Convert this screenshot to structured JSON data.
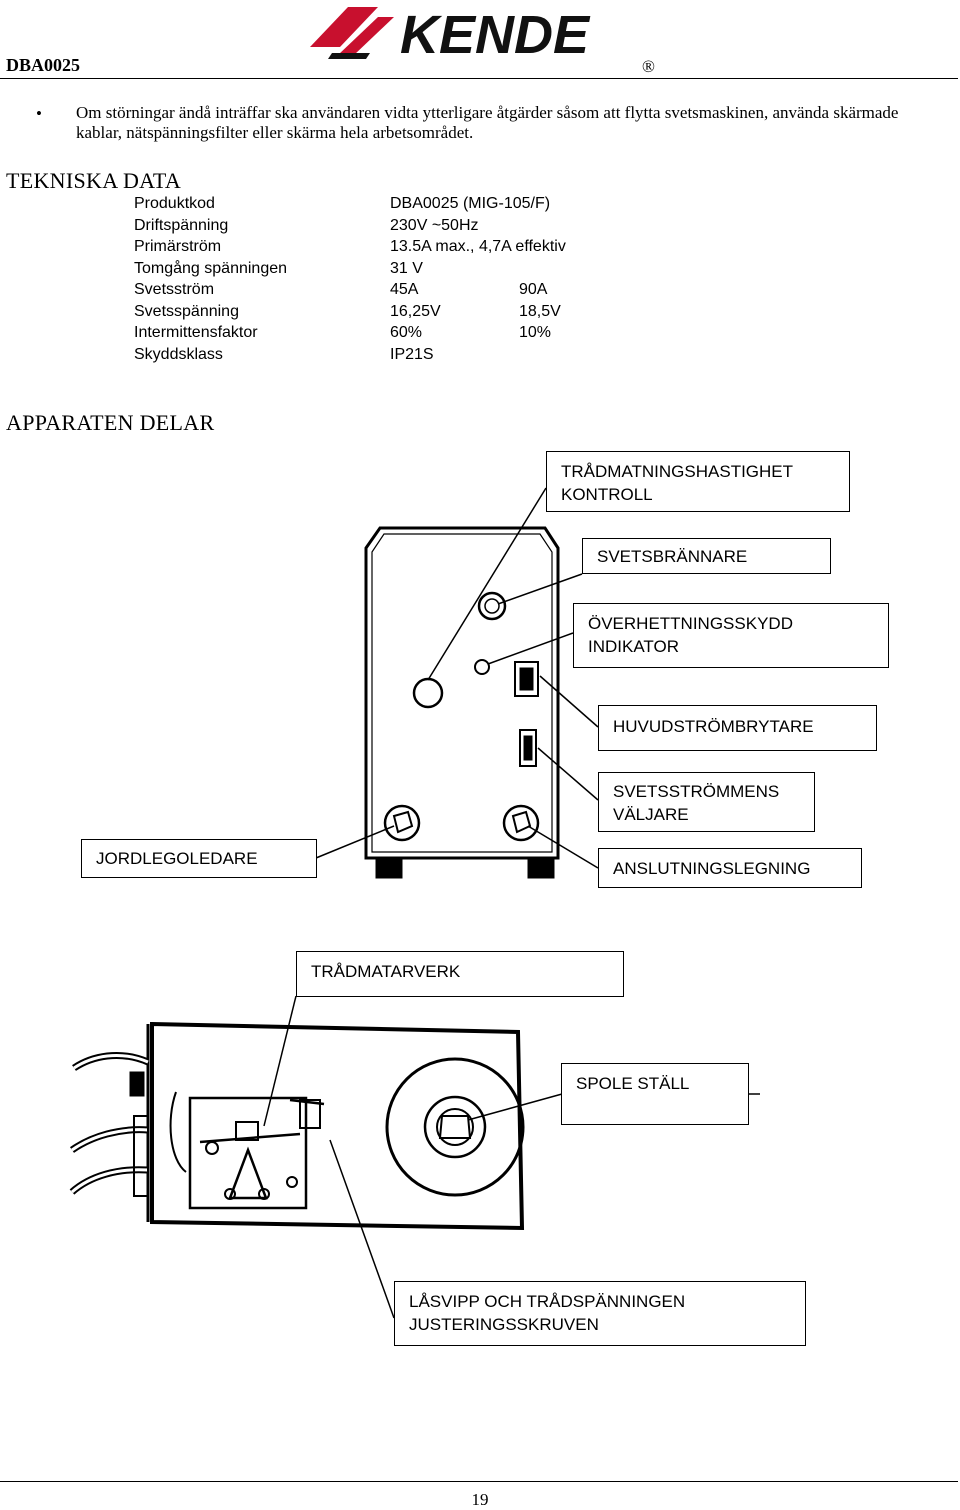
{
  "header": {
    "doc_code": "DBA0025",
    "registered": "®",
    "logo_text": "KENDE"
  },
  "intro": {
    "bullet": "•",
    "text": "Om störningar ändå inträffar ska användaren vidta ytterligare åtgärder såsom att flytta svetsmaskinen, använda skärmade kablar, nätspänningsfilter eller skärma hela arbetsområdet."
  },
  "tech": {
    "title": "TEKNISKA DATA",
    "rows": [
      {
        "label": "Produktkod",
        "value": "DBA0025 (MIG-105/F)",
        "value2": ""
      },
      {
        "label": "Driftspänning",
        "value": "230V ~50Hz",
        "value2": ""
      },
      {
        "label": "Primärström",
        "value": "13.5A max., 4,7A effektiv",
        "value2": ""
      },
      {
        "label": "Tomgång spänningen",
        "value": "31 V",
        "value2": ""
      },
      {
        "label": "Svetsström",
        "value": "45A",
        "value2": "90A"
      },
      {
        "label": "Svetsspänning",
        "value": "16,25V",
        "value2": "18,5V"
      },
      {
        "label": "Intermittensfaktor",
        "value": "60%",
        "value2": "10%"
      },
      {
        "label": "Skyddsklass",
        "value": "IP21S",
        "value2": ""
      }
    ]
  },
  "parts": {
    "title": "APPARATEN DELAR",
    "front_labels": {
      "wire_speed": "TRÅDMATNINGSHASTIGHET\nKONTROLL",
      "torch": "SVETSBRÄNNARE",
      "overheat": "ÖVERHETTNINGSSKYDD\nINDIKATOR",
      "main_switch": "HUVUDSTRÖMBRYTARE",
      "current_selector": "SVETSSTRÖMMENS\nVÄLJARE",
      "ground": "JORDLEGOLEDARE",
      "connection": "ANSLUTNINGSLEGNING"
    },
    "inner_labels": {
      "feeder": "TRÅDMATARVERK",
      "spool": "SPOLE STÄLL",
      "tension": "LÅSVIPP OCH TRÅDSPÄNNINGEN\nJUSTERINGSSKRUVEN"
    }
  },
  "footer": {
    "page_number": "19"
  }
}
